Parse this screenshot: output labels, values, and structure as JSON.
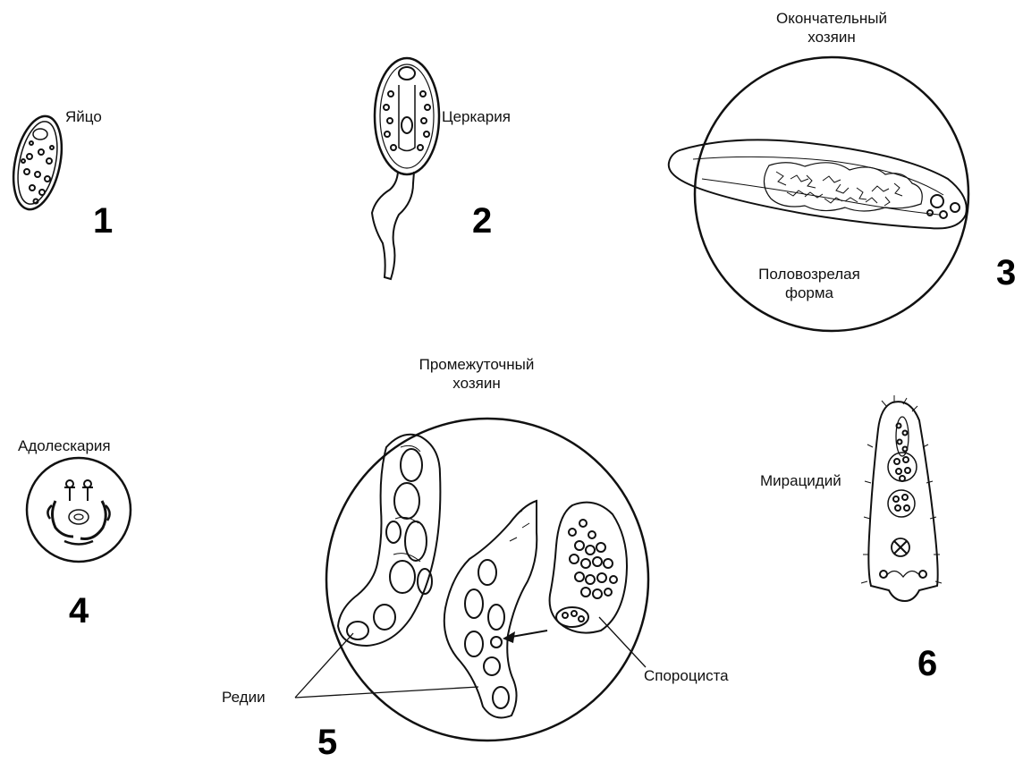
{
  "labels": {
    "egg": "Яйцо",
    "cercaria": "Церкария",
    "definitive_host_line1": "Окончательный",
    "definitive_host_line2": "хозяин",
    "mature_form_line1": "Половозрелая",
    "mature_form_line2": "форма",
    "adolescaria": "Адолескария",
    "intermediate_host_line1": "Промежуточный",
    "intermediate_host_line2": "хозяин",
    "miracidium": "Мирацидий",
    "rediae": "Редии",
    "sporocyst": "Спороциста"
  },
  "numbers": {
    "n1": "1",
    "n2": "2",
    "n3": "3",
    "n4": "4",
    "n5": "5",
    "n6": "6"
  }
}
